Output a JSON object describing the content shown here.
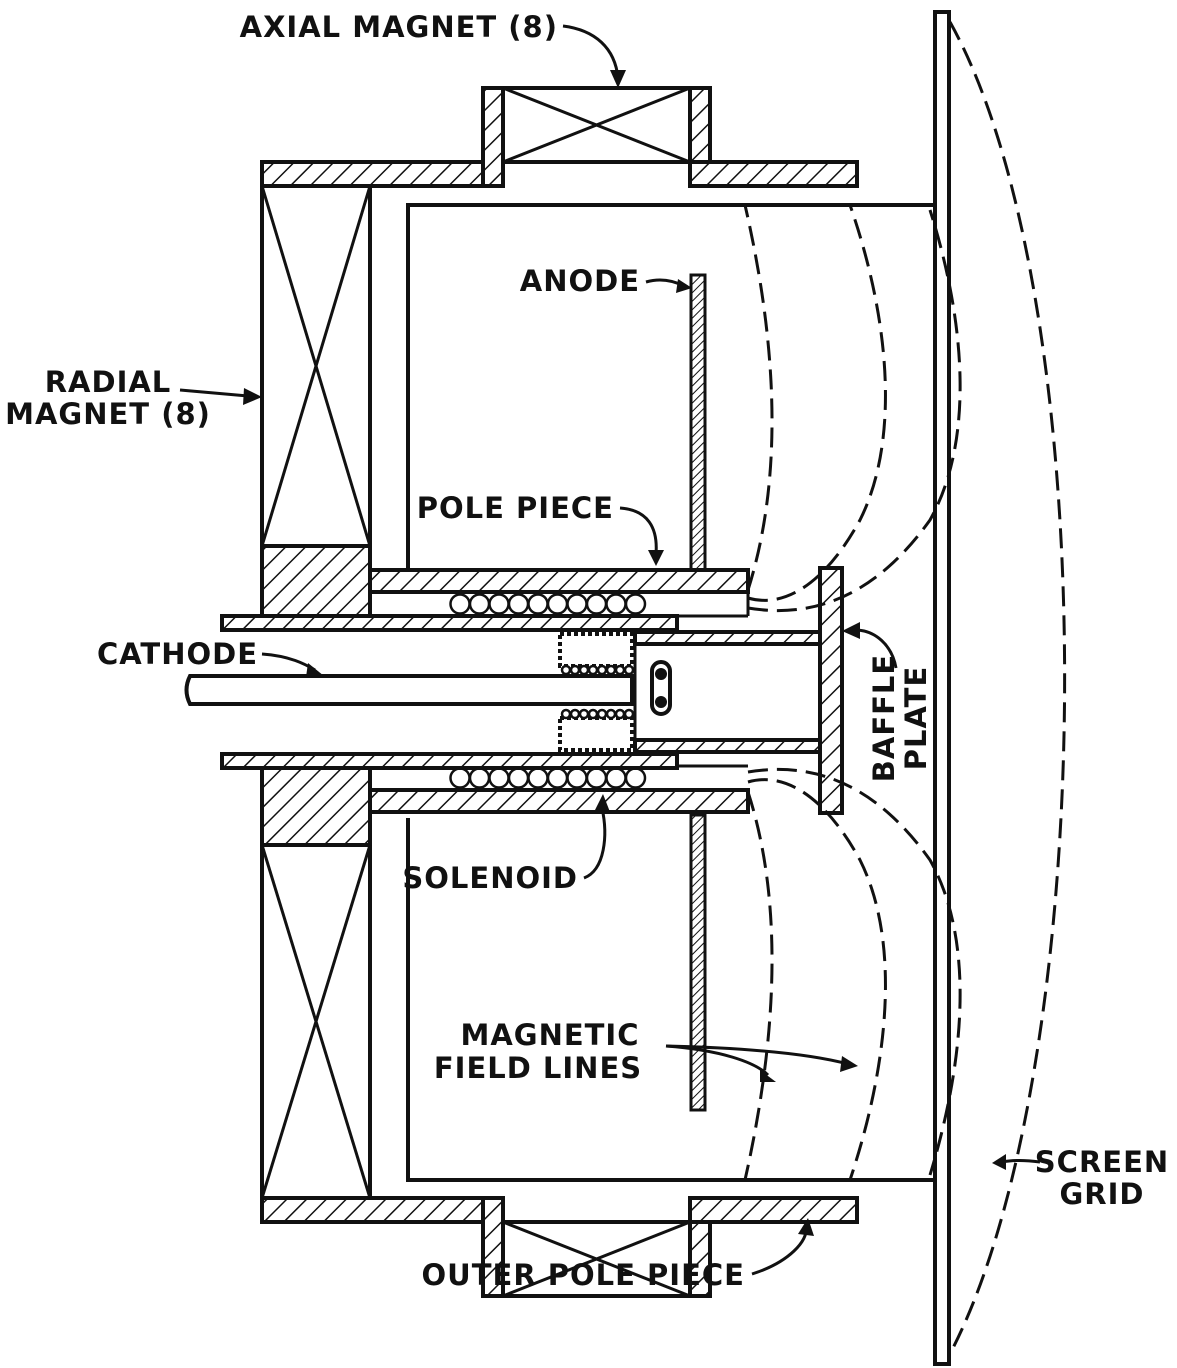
{
  "labels": {
    "axial_magnet": "AXIAL MAGNET (8)",
    "radial_magnet_line1": "RADIAL",
    "radial_magnet_line2": "MAGNET (8)",
    "anode": "ANODE",
    "pole_piece": "POLE PIECE",
    "cathode": "CATHODE",
    "baffle_plate_line1": "BAFFLE",
    "baffle_plate_line2": "PLATE",
    "solenoid": "SOLENOID",
    "magnetic_field_lines_line1": "MAGNETIC",
    "magnetic_field_lines_line2": "FIELD LINES",
    "screen_grid_line1": "SCREEN",
    "screen_grid_line2": "GRID",
    "outer_pole_piece": "OUTER POLE PIECE"
  },
  "colors": {
    "ink": "#111111",
    "paper": "#ffffff"
  }
}
